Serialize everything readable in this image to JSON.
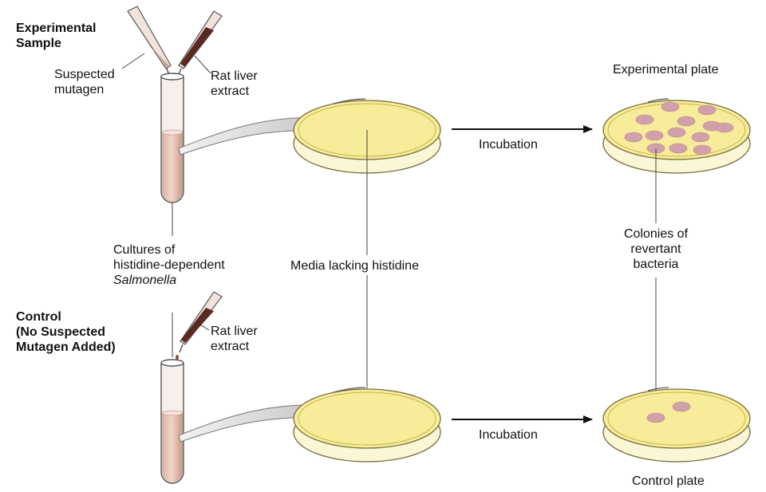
{
  "experimental": {
    "title": [
      "Experimental",
      "Sample"
    ],
    "mutagen_label": [
      "Suspected",
      "mutagen"
    ],
    "extract_label": [
      "Rat liver",
      "extract"
    ]
  },
  "cultures_label": [
    "Cultures of",
    "histidine-dependent",
    "Salmonella"
  ],
  "media_label": "Media lacking histidine",
  "control": {
    "title": [
      "Control",
      "(No Suspected",
      "Mutagen Added)"
    ],
    "extract_label": [
      "Rat liver",
      "extract"
    ]
  },
  "incubation_top": "Incubation",
  "incubation_bottom": "Incubation",
  "experimental_plate_label": "Experimental plate",
  "control_plate_label": "Control plate",
  "colonies_label": [
    "Colonies of",
    "revertant",
    "bacteria"
  ],
  "colonies": {
    "experimental_plate_count": 13,
    "control_plate_count": 2
  },
  "colors": {
    "agar": "#f6ec9a",
    "agar_edge": "#c9b44a",
    "dish_wall": "#fbf7d6",
    "culture_fluid": "#e9cbbd",
    "extract": "#5a2a22",
    "colony": "#d2a0ab",
    "arrow_fill": "#d0d0d0"
  }
}
